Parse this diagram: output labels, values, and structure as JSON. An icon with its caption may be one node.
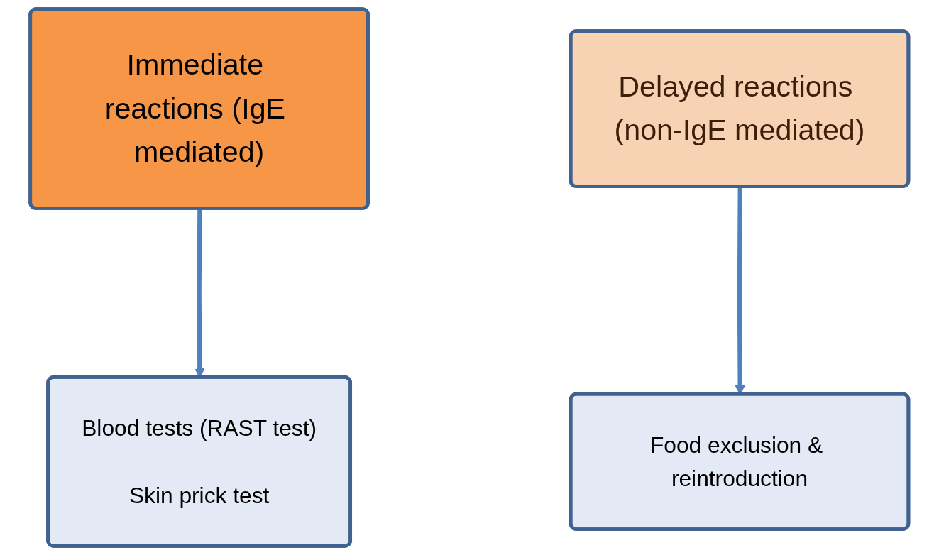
{
  "diagram": {
    "nodes": [
      {
        "text": [
          "Immediate reactions (IgE mediated)"
        ]
      },
      {
        "text": [
          "Delayed reactions (non-IgE mediated)"
        ]
      },
      {
        "text": [
          "Blood tests (RAST test)",
          "Skin prick test"
        ]
      },
      {
        "text": [
          "Food exclusion & reintroduction"
        ]
      }
    ],
    "edges": [
      {
        "from": 0,
        "to": 2,
        "arrow": "to"
      },
      {
        "from": 1,
        "to": 3,
        "arrow": "to"
      }
    ]
  }
}
